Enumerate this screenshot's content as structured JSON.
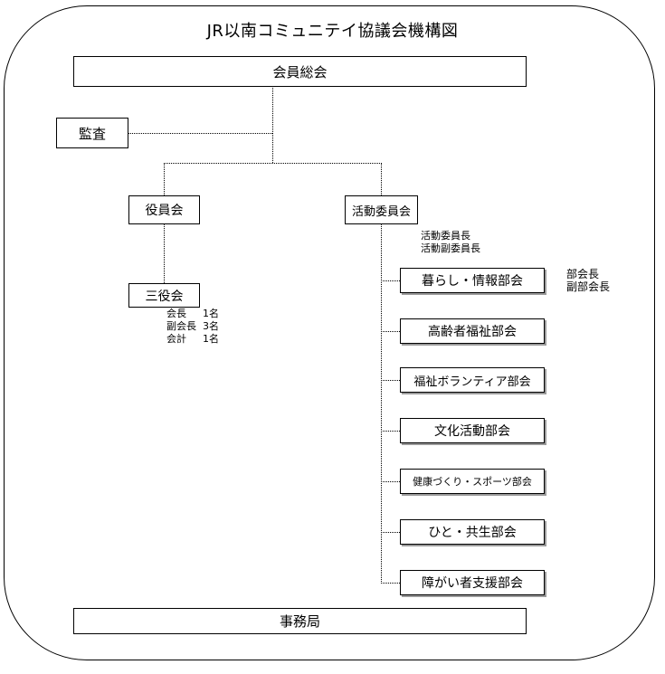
{
  "title": "JR以南コミュニテイ協議会機構図",
  "general_assembly": "会員総会",
  "audit": "監査",
  "board": "役員会",
  "activity_committee": "活動委員会",
  "activity_committee_roles": [
    "活動委員長",
    "活動副委員長"
  ],
  "three_officers": "三役会",
  "officers": [
    {
      "role": "会長",
      "count": "1名"
    },
    {
      "role": "副会長",
      "count": "3名"
    },
    {
      "role": "会計",
      "count": "1名"
    }
  ],
  "division_roles": [
    "部会長",
    "副部会長"
  ],
  "divisions": [
    "暮らし・情報部会",
    "高齢者福祉部会",
    "福祉ボランティア部会",
    "文化活動部会",
    "健康づくり・スポーツ部会",
    "ひと・共生部会",
    "障がい者支援部会"
  ],
  "secretariat": "事務局"
}
